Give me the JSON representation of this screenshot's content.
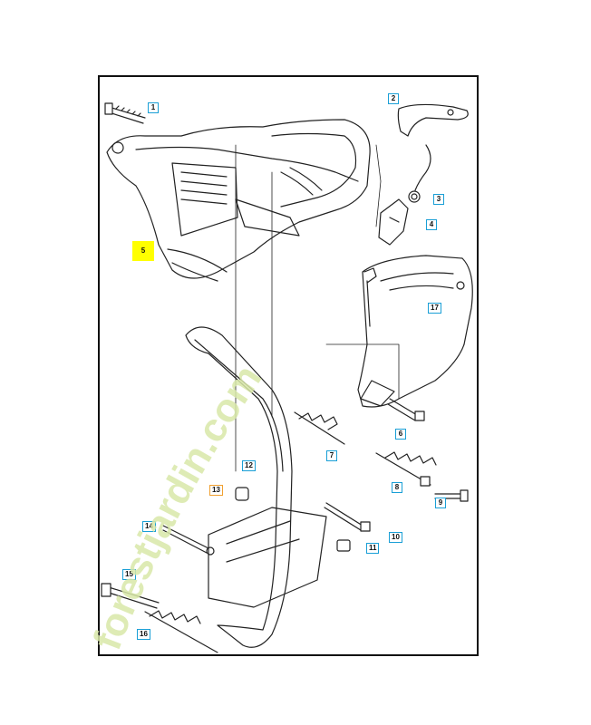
{
  "callouts": [
    {
      "num": "1"
    },
    {
      "num": "2"
    },
    {
      "num": "3"
    },
    {
      "num": "4"
    },
    {
      "num": "5"
    },
    {
      "num": "6"
    },
    {
      "num": "7"
    },
    {
      "num": "8"
    },
    {
      "num": "9"
    },
    {
      "num": "10"
    },
    {
      "num": "11"
    },
    {
      "num": "12"
    },
    {
      "num": "13"
    },
    {
      "num": "14"
    },
    {
      "num": "15"
    },
    {
      "num": "16"
    },
    {
      "num": "17"
    }
  ],
  "watermark": {
    "text": "forestjardin.com",
    "color": "#d8e8a8"
  },
  "colors": {
    "callout_border": "#1a9fd6",
    "highlight": "#ffff00",
    "accent": "#f0a030"
  }
}
